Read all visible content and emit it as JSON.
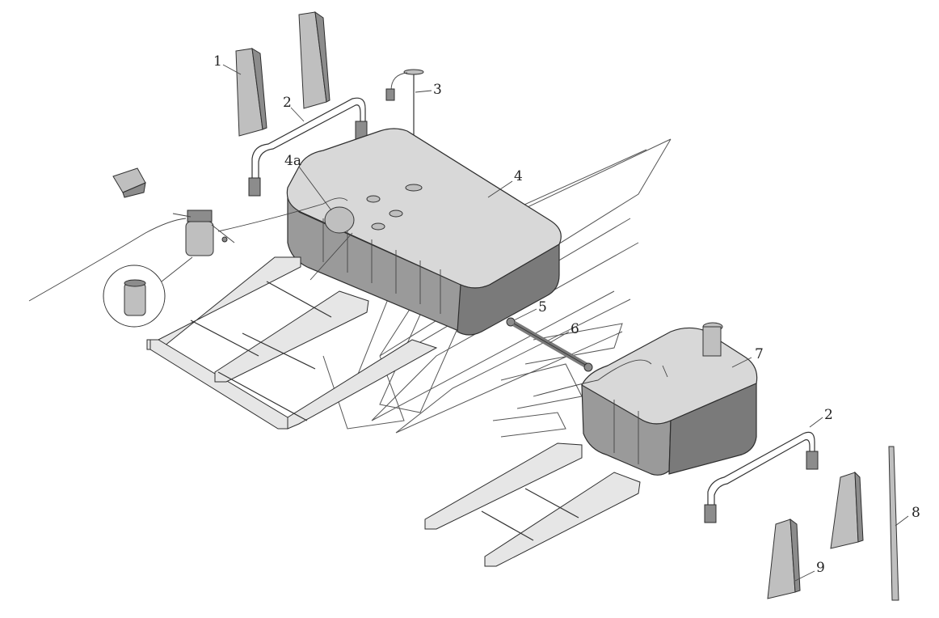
{
  "callouts": {
    "c1": "1",
    "c2a": "2",
    "c2b": "2",
    "c3": "3",
    "c4": "4",
    "c4a": "4a",
    "c5": "5",
    "c6": "6",
    "c7": "7",
    "c8": "8",
    "c9": "9"
  },
  "colors": {
    "line": "#333333",
    "metal_light": "#d8d8d8",
    "metal_mid": "#9a9a9a",
    "metal_dark": "#7a7a7a"
  }
}
